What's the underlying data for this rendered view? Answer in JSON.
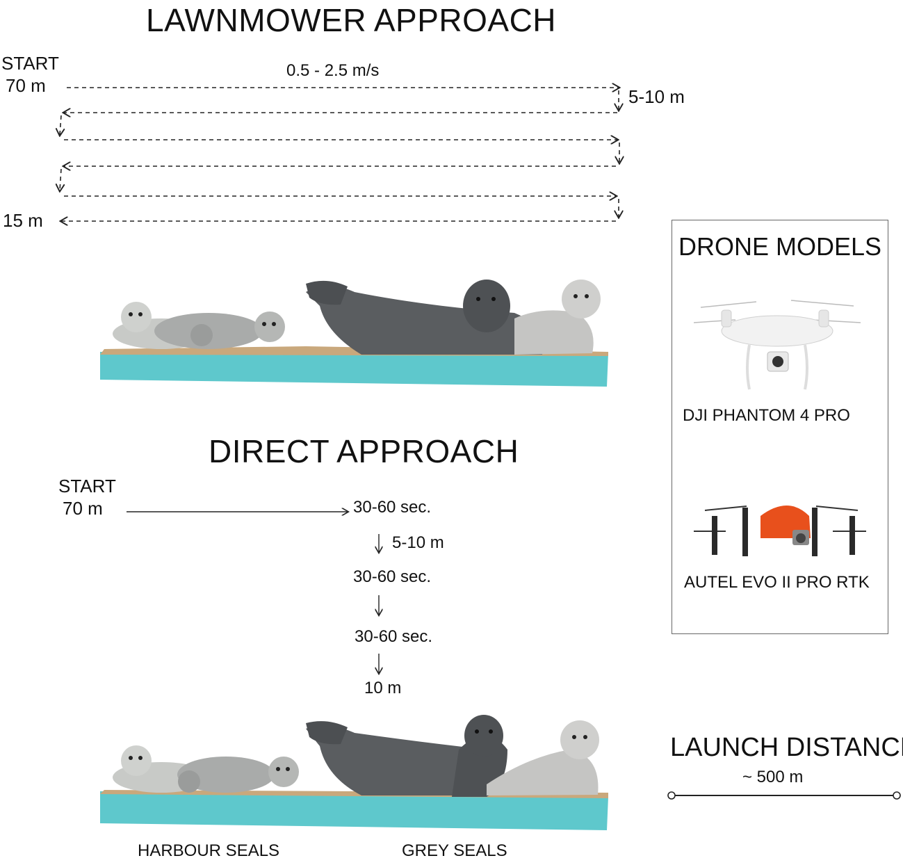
{
  "lawnmower": {
    "title": "LAWNMOWER APPROACH",
    "start": "START",
    "start_alt": "70 m",
    "speed": "0.5 - 2.5 m/s",
    "step": "5-10 m",
    "end_alt": "15 m"
  },
  "direct": {
    "title": "DIRECT APPROACH",
    "start": "START",
    "start_alt": "70 m",
    "hold1": "30-60 sec.",
    "step": "5-10 m",
    "hold2": "30-60 sec.",
    "hold3": "30-60 sec.",
    "end_alt": "10 m"
  },
  "drones": {
    "title": "DRONE MODELS",
    "model1": "DJI PHANTOM 4 PRO",
    "model2": "AUTEL EVO II PRO RTK"
  },
  "launch": {
    "title": "LAUNCH DISTANCE",
    "distance": "~ 500 m"
  },
  "labels": {
    "harbour": "HARBOUR SEALS",
    "grey": "GREY SEALS"
  },
  "colors": {
    "water": "#5ec8cc",
    "sand": "#c9a87c",
    "grey_seal_dark": "#585b5e",
    "harbour_seal": "#c7c9c6",
    "autel_orange": "#e8501c"
  }
}
